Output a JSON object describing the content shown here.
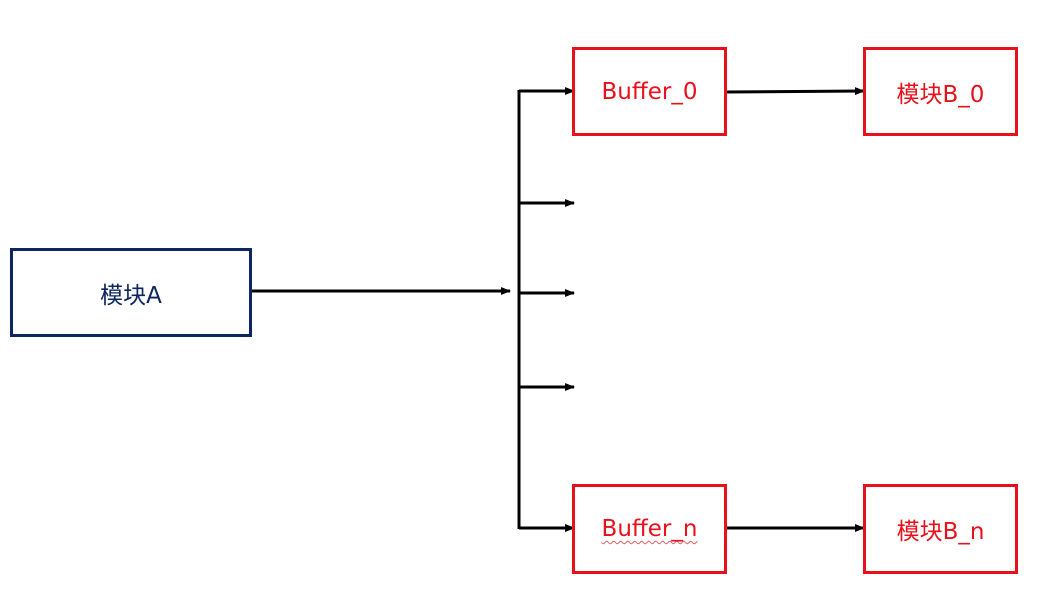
{
  "diagram": {
    "nodes": {
      "module_a": {
        "label": "模块A"
      },
      "buffer_0": {
        "label": "Buffer_0"
      },
      "module_b_0": {
        "label": "模块B_0"
      },
      "buffer_n": {
        "label": "Buffer_n"
      },
      "module_b_n": {
        "label": "模块B_n"
      }
    },
    "colors": {
      "primary_border": "#0b2660",
      "highlight_border": "#e8101a",
      "connector": "#000000",
      "spellcheck_underline": "#e06060"
    }
  }
}
